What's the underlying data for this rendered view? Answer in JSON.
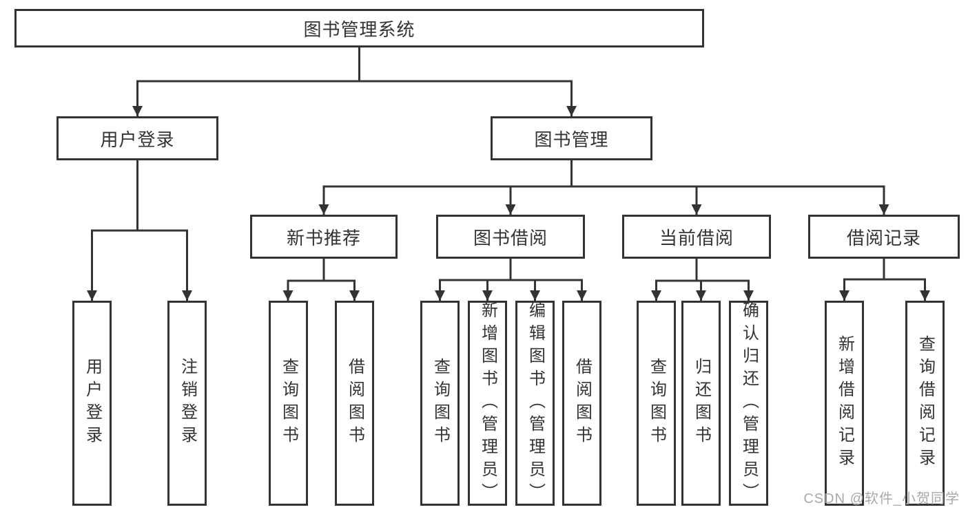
{
  "tree": {
    "label": "图书管理系统",
    "children": [
      {
        "label": "用户登录",
        "children": [
          {
            "label": "用户登录"
          },
          {
            "label": "注销登录"
          }
        ]
      },
      {
        "label": "图书管理",
        "children": [
          {
            "label": "新书推荐",
            "children": [
              {
                "label": "查询图书"
              },
              {
                "label": "借阅图书"
              }
            ]
          },
          {
            "label": "图书借阅",
            "children": [
              {
                "label": "查询图书"
              },
              {
                "label": "新增图书（管理员）"
              },
              {
                "label": "编辑图书（管理员）"
              },
              {
                "label": "借阅图书"
              }
            ]
          },
          {
            "label": "当前借阅",
            "children": [
              {
                "label": "查询图书"
              },
              {
                "label": "归还图书"
              },
              {
                "label": "确认归还（管理员）"
              }
            ]
          },
          {
            "label": "借阅记录",
            "children": [
              {
                "label": "新增借阅记录"
              },
              {
                "label": "查询借阅记录"
              }
            ]
          }
        ]
      }
    ]
  },
  "watermark": {
    "text": "CSDN @软件_小贺同学"
  },
  "colors": {
    "line": "#333333",
    "box_border": "#333333",
    "text": "#333333",
    "watermark_text": "#a9a9a9",
    "background": "#ffffff"
  }
}
